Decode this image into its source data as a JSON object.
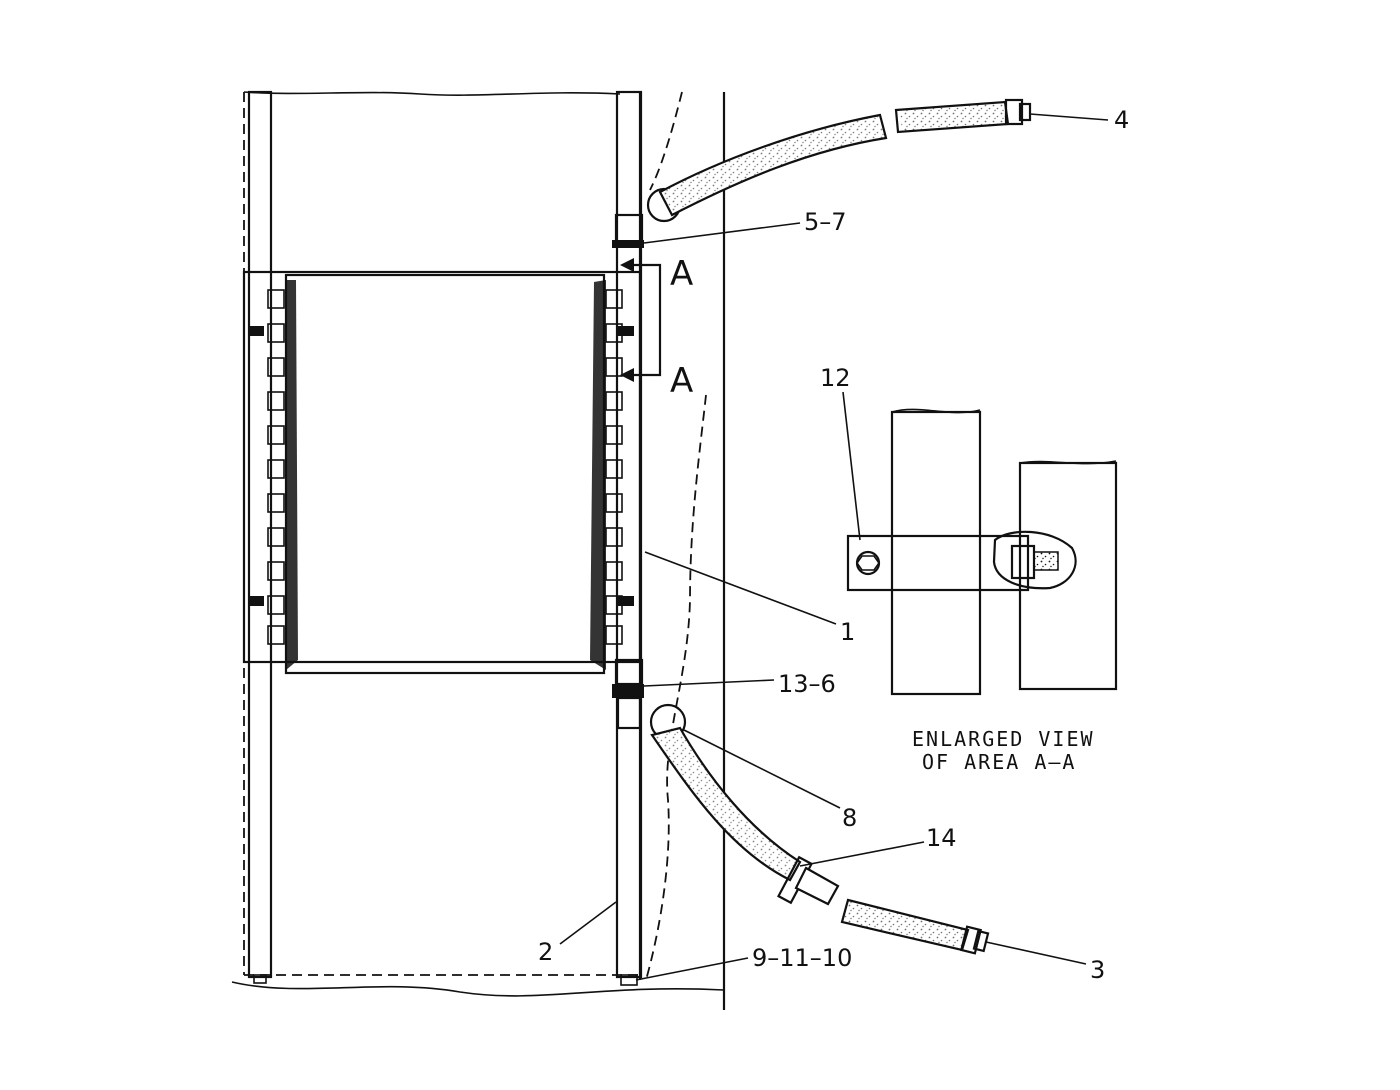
{
  "callouts": {
    "c1": "1",
    "c2": "2",
    "c3": "3",
    "c4": "4",
    "c5_7": "5–7",
    "c8": "8",
    "c9_11_10": "9–11–10",
    "c12": "12",
    "c13_6": "13–6",
    "c14": "14"
  },
  "section_marks": {
    "upper": "A",
    "lower": "A"
  },
  "inset_caption": {
    "line1": "ENLARGED VIEW",
    "line2": "OF AREA A–A"
  },
  "colors": {
    "ink": "#111111",
    "paper": "#ffffff"
  }
}
